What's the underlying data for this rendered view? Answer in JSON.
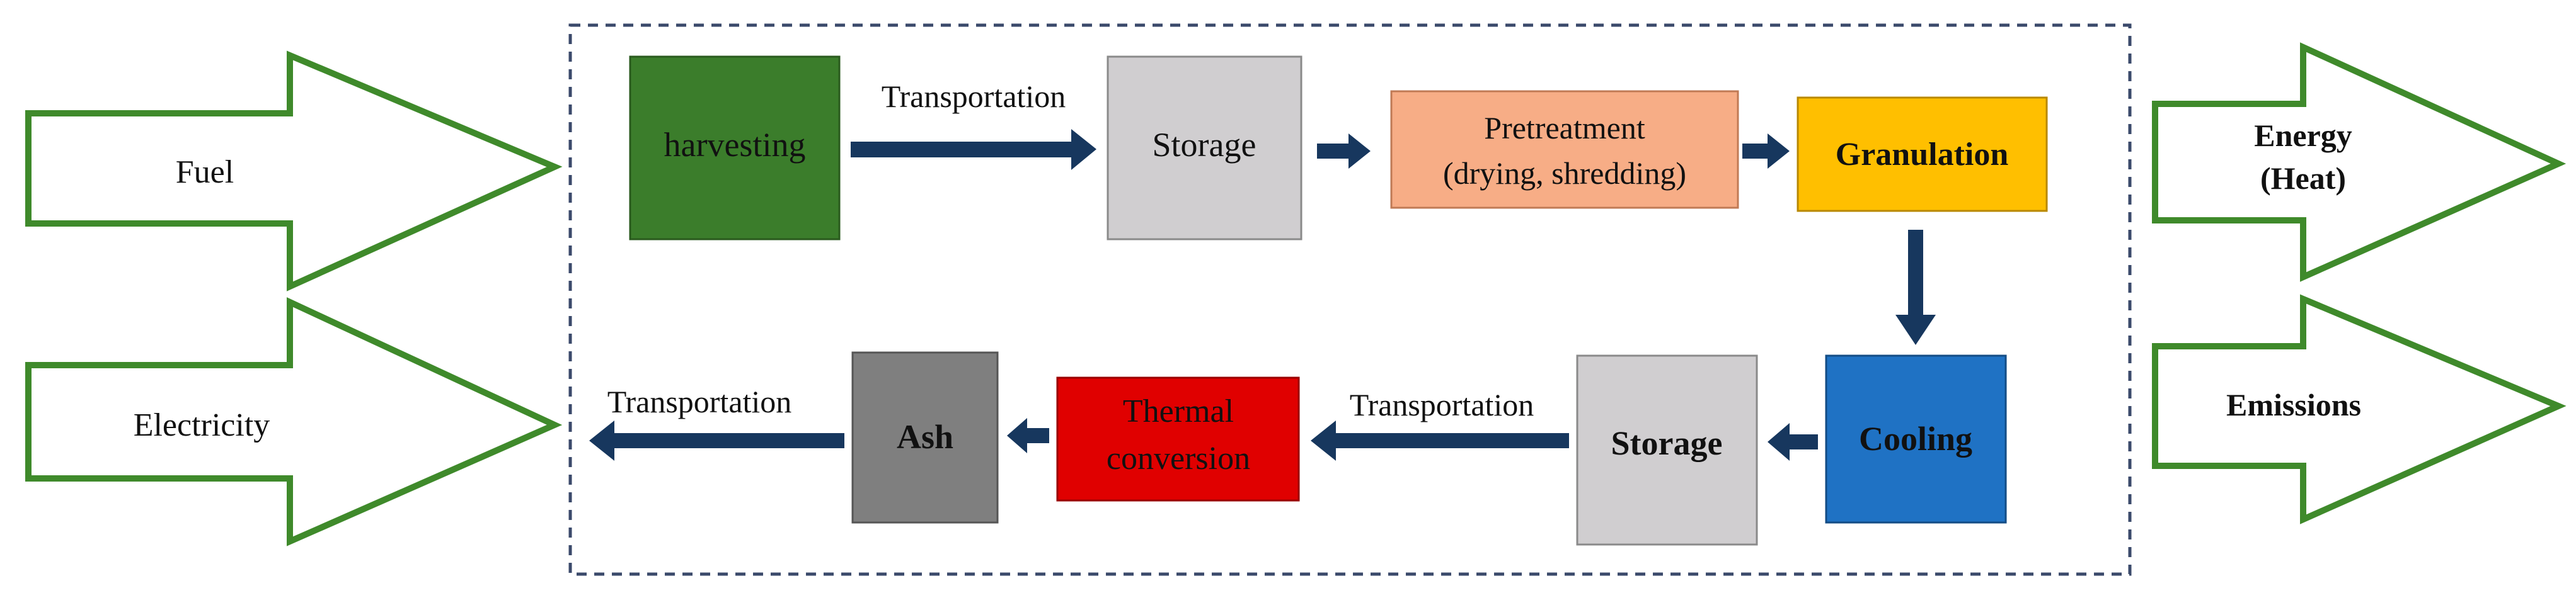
{
  "inputs": {
    "fuel": "Fuel",
    "electricity": "Electricity"
  },
  "outputs": {
    "energy_line1": "Energy",
    "energy_line2": "(Heat)",
    "emissions": "Emissions"
  },
  "steps": {
    "harvesting": "harvesting",
    "storage_1": "Storage",
    "pretreatment_line1": "Pretreatment",
    "pretreatment_line2": "(drying, shredding)",
    "granulation": "Granulation",
    "cooling": "Cooling",
    "storage_2": "Storage",
    "thermal_line1": "Thermal",
    "thermal_line2": "conversion",
    "ash": "Ash"
  },
  "connectors": {
    "transport_1": "Transportation",
    "transport_2": "Transportation",
    "transport_3": "Transportation"
  },
  "colors": {
    "outline_arrow": "#3f8a2b",
    "flow_arrow": "#17375e",
    "harvesting": "#3b7d2b",
    "storage": "#d0ced0",
    "pretreatment": "#f7ad86",
    "granulation": "#ffbf00",
    "cooling": "#1f72c4",
    "thermal": "#e00000",
    "ash": "#7f7f7f",
    "frame": "#3b4a6b"
  }
}
